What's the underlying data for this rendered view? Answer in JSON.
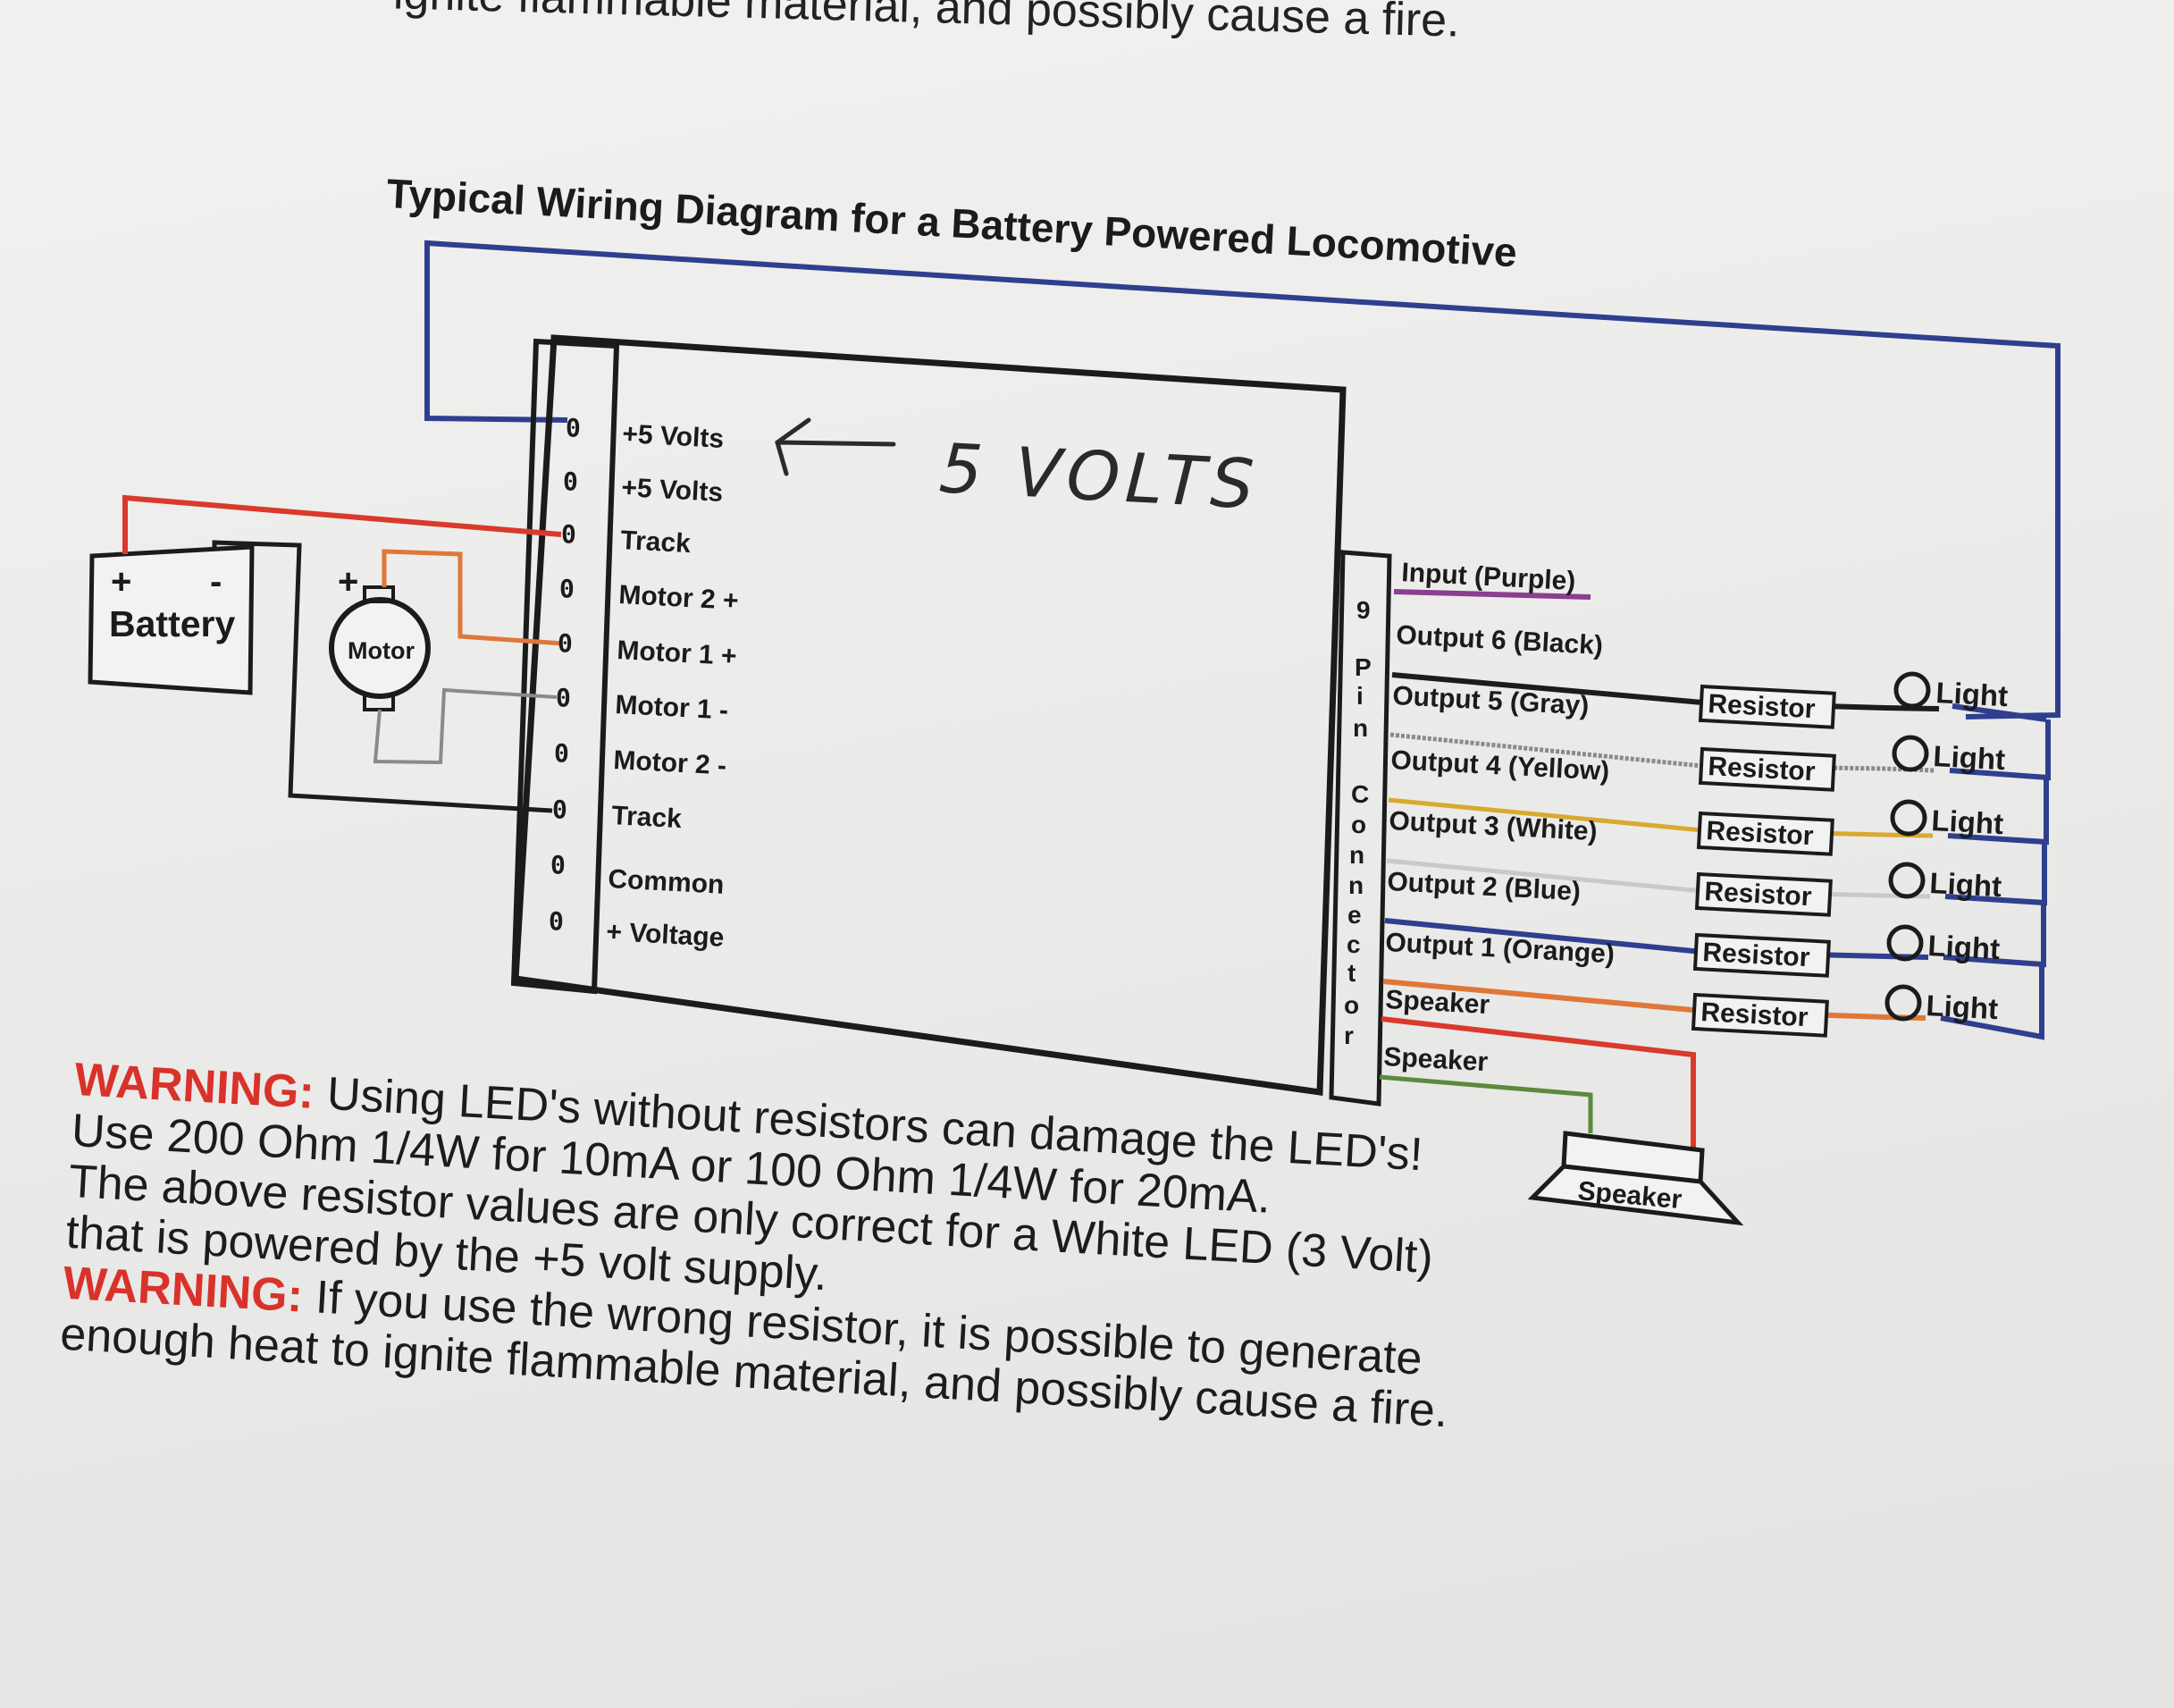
{
  "top_cut_text": "ignite flammable material, and possibly cause a fire.",
  "title": "Typical Wiring Diagram for a Battery Powered Locomotive",
  "handwritten_note": "5 VOLTS",
  "battery": {
    "label": "Battery",
    "plus": "+",
    "minus": "-"
  },
  "motor": {
    "label": "Motor",
    "plus": "+"
  },
  "left_terminals": [
    "+5 Volts",
    "+5 Volts",
    "Track",
    "Motor 2 +",
    "Motor 1 +",
    "Motor 1 -",
    "Motor 2 -",
    "Track",
    "Common",
    "+ Voltage"
  ],
  "terminal_symbol": "0",
  "connector_letters": [
    "9",
    "P",
    "i",
    "n",
    "C",
    "o",
    "n",
    "n",
    "e",
    "c",
    "t",
    "o",
    "r"
  ],
  "connector_pins": [
    "Input (Purple)",
    "Output 6 (Black)",
    "Output 5 (Gray)",
    "Output 4 (Yellow)",
    "Output 3 (White)",
    "Output 2 (Blue)",
    "Output 1 (Orange)",
    "Speaker",
    "Speaker"
  ],
  "resistor_label": "Resistor",
  "light_label": "Light",
  "speaker_label": "Speaker",
  "wire_colors": {
    "blue": "#2f3f8f",
    "red": "#d93a2b",
    "orange": "#e0773a",
    "purple": "#8a3f8f",
    "black": "#1c1c1c",
    "gray": "#8a8a8a",
    "yellow": "#d8a92f",
    "white": "#c9c9c9",
    "green": "#5a8a3a"
  },
  "notes": {
    "warning1_label": "WARNING:",
    "warning1_text": " Using LED's without resistors can damage the LED's!",
    "line2": "Use 200 Ohm 1/4W for 10mA or 100 Ohm 1/4W for 20mA.",
    "line3": "The above resistor values are only correct for a White LED (3 Volt)",
    "line4": "that is powered by the +5 volt supply.",
    "warning2_label": "WARNING:",
    "warning2_text": " If you use the wrong resistor, it is possible to generate",
    "line6": "enough heat to ignite flammable material, and possibly cause a fire."
  }
}
